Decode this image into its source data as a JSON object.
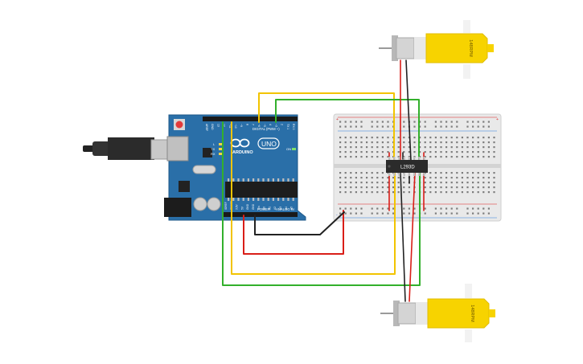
{
  "arduino": {
    "brand": "ARDUINO",
    "model": "UNO",
    "digital_header": "DIGITAL (PWM ~)",
    "power_header": "POWER",
    "analog_header": "ANALOG IN",
    "label_on": "ON",
    "label_l": "L",
    "label_tx": "TX",
    "label_rx": "RX",
    "digital_pins": [
      "AREF",
      "GND",
      "13",
      "12",
      "~11",
      "~10",
      "~9",
      "8",
      "7",
      "~6",
      "~5",
      "4",
      "~3",
      "2",
      "TX 1",
      "RX 0"
    ],
    "power_pins": [
      "IOREF",
      "RESET",
      "3.3V",
      "5V",
      "GND",
      "GND",
      "Vin"
    ],
    "analog_pins": [
      "A0",
      "A1",
      "A2",
      "A3",
      "A4",
      "A5"
    ]
  },
  "driver": {
    "label": "L293D"
  },
  "motor_top": {
    "label": "148RPM"
  },
  "motor_bottom": {
    "label": "148RPM"
  },
  "breadboard": {
    "plus": "+",
    "minus": "-"
  },
  "colors": {
    "board": "#2a6fa8",
    "board_dark": "#1f5a8a",
    "motor_yellow": "#f7d300",
    "wire_yellow": "#f2c400",
    "wire_green": "#33b02c",
    "wire_red": "#d91e18",
    "wire_black": "#222222"
  }
}
